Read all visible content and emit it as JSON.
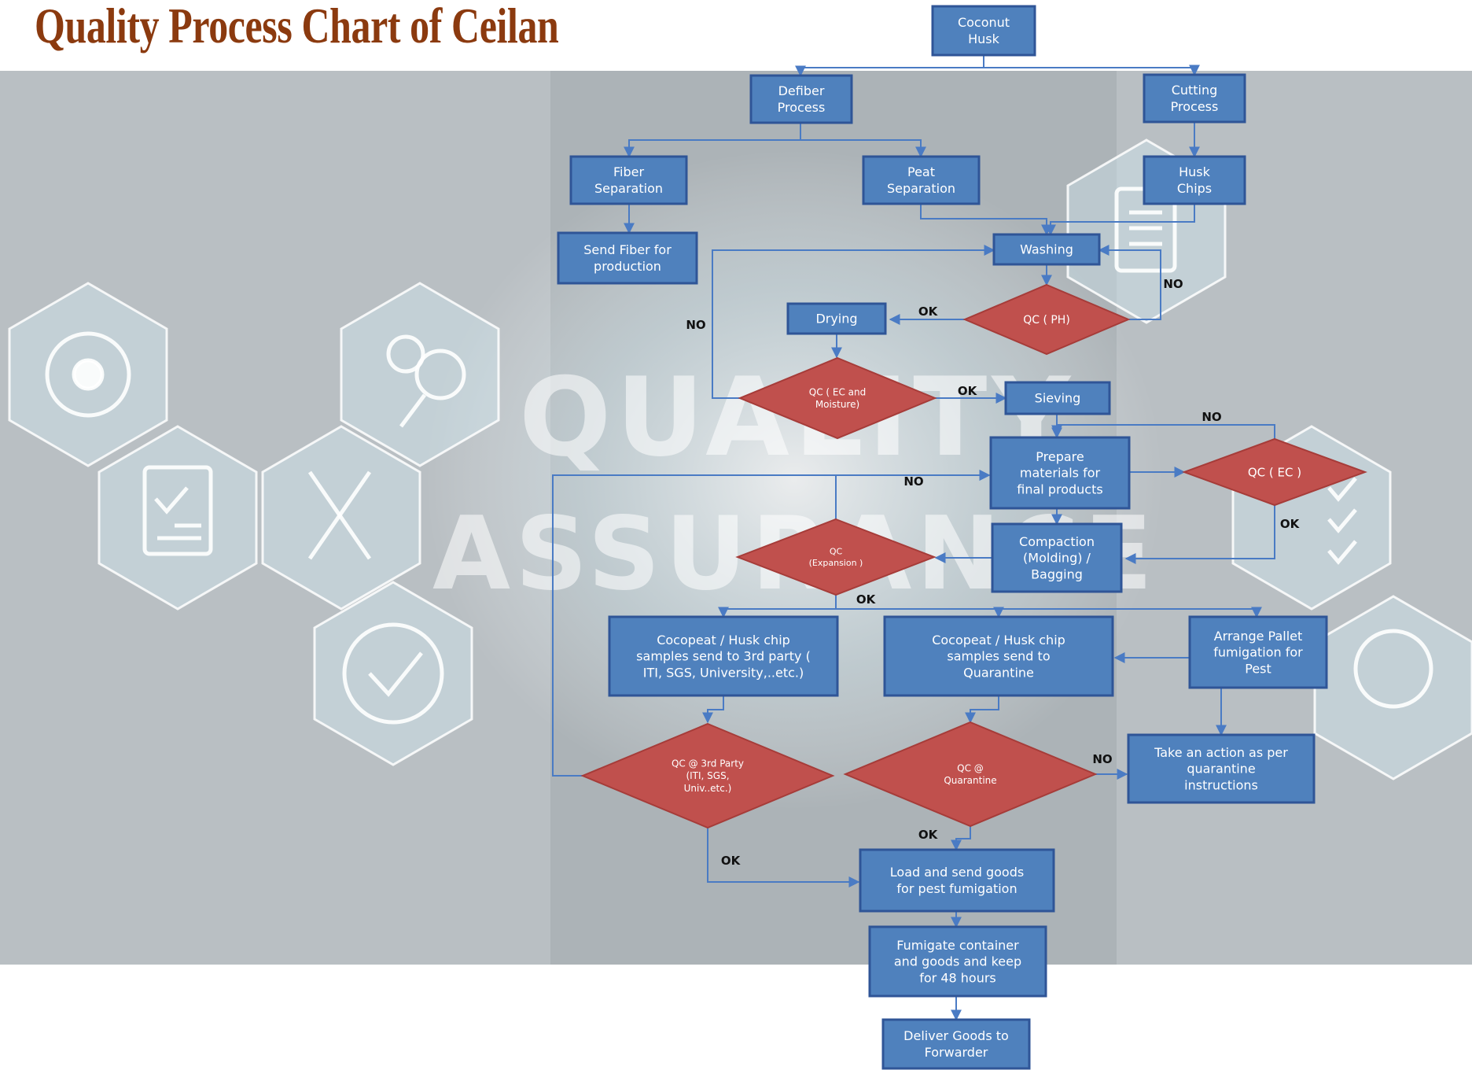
{
  "title": "Quality Process Chart of Ceilan",
  "background": {
    "watermark_line1": "QUALITY",
    "watermark_line2": "ASSURANCE",
    "icons": [
      "network-icon",
      "checklist-icon",
      "gears-magnifier-icon",
      "wrench-screwdriver-icon",
      "gear-check-icon",
      "document-pen-icon",
      "thumbs-up-icon",
      "person-check-icon"
    ]
  },
  "colors": {
    "title": "#8b3a0f",
    "process_box": "#4f81bd",
    "decision": "#c0504d",
    "connector": "#4a7bc4"
  },
  "nodes": {
    "coconut_husk": [
      "Coconut",
      "Husk"
    ],
    "defiber_process": [
      "Defiber",
      "Process"
    ],
    "cutting_process": [
      "Cutting",
      "Process"
    ],
    "fiber_separation": [
      "Fiber",
      "Separation"
    ],
    "peat_separation": [
      "Peat",
      "Separation"
    ],
    "husk_chips": [
      "Husk",
      "Chips"
    ],
    "send_fiber": [
      "Send Fiber for",
      "production"
    ],
    "washing": [
      "Washing"
    ],
    "qc_ph": [
      "QC ( PH)"
    ],
    "drying": [
      "Drying"
    ],
    "qc_ec_moisture": [
      "QC ( EC and",
      "Moisture)"
    ],
    "sieving": [
      "Sieving"
    ],
    "prepare_materials": [
      "Prepare",
      "materials  for",
      "final products"
    ],
    "qc_ec": [
      "QC ( EC )"
    ],
    "compaction": [
      "Compaction",
      "(Molding) /",
      "Bagging"
    ],
    "qc_expansion": [
      "QC",
      "(Expansion  )"
    ],
    "samples_3rd_party": [
      "Cocopeat  / Husk chip",
      "samples send to 3rd party (",
      "ITI, SGS, University,..etc.)"
    ],
    "samples_quarantine": [
      "Cocopeat  / Husk chip",
      "samples  send to",
      "Quarantine"
    ],
    "arrange_pallet": [
      "Arrange  Pallet",
      "fumigation  for",
      "Pest"
    ],
    "qc_3rd_party": [
      "QC @ 3rd Party",
      "(ITI, SGS,",
      "Univ..etc.)"
    ],
    "qc_quarantine": [
      "QC @",
      "Quarantine"
    ],
    "take_action": [
      "Take an action  as per",
      "quarantine",
      "instructions"
    ],
    "load_send": [
      "Load and send goods",
      "for pest fumigation"
    ],
    "fumigate": [
      "Fumigate container",
      "and goods and keep",
      "for 48 hours"
    ],
    "deliver": [
      "Deliver  Goods  to",
      "Forwarder"
    ]
  },
  "edge_labels": {
    "no_washing_loop": "NO",
    "ok_ph_drying": "OK",
    "no_ec_moisture": "NO",
    "ok_ec_moisture": "OK",
    "no_qc_ec": "NO",
    "no_3rd_party": "NO",
    "ok_qc_ec": "OK",
    "ok_expansion": "OK",
    "no_quarantine": "NO",
    "ok_quarantine": "OK",
    "ok_3rd_party": "OK"
  }
}
